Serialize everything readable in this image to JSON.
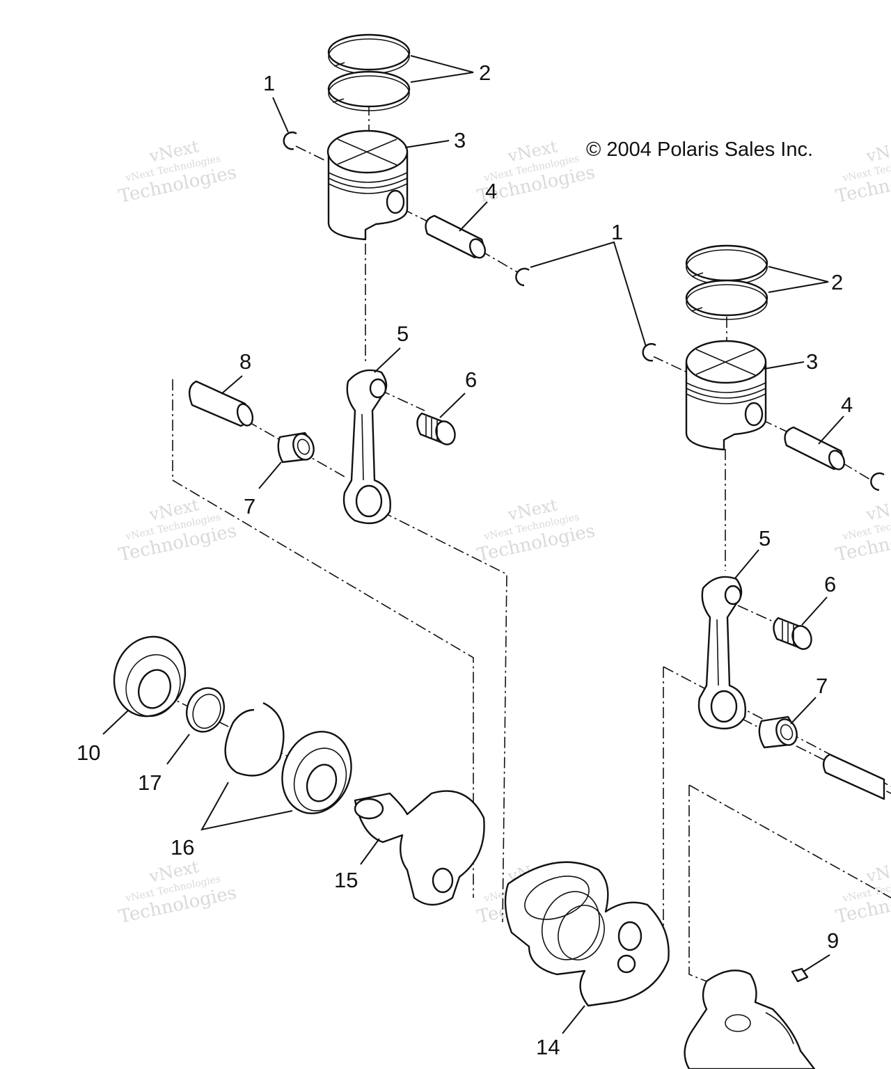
{
  "copyright": "© 2004 Polaris Sales Inc.",
  "watermark": {
    "line1": "vNext",
    "line2": "vNext Technologies",
    "line3": "Technologies"
  },
  "callouts": {
    "c1a": "1",
    "c2a": "2",
    "c3a": "3",
    "c4a": "4",
    "c1b": "1",
    "c2b": "2",
    "c3b": "3",
    "c4b": "4",
    "c5a": "5",
    "c6a": "6",
    "c7a": "7",
    "c8": "8",
    "c5b": "5",
    "c6b": "6",
    "c7b": "7",
    "c9": "9",
    "c10": "10",
    "c14": "14",
    "c15": "15",
    "c16": "16",
    "c17": "17"
  },
  "colors": {
    "line": "#111111",
    "background": "#ffffff",
    "watermark": "#b9b9b9"
  }
}
